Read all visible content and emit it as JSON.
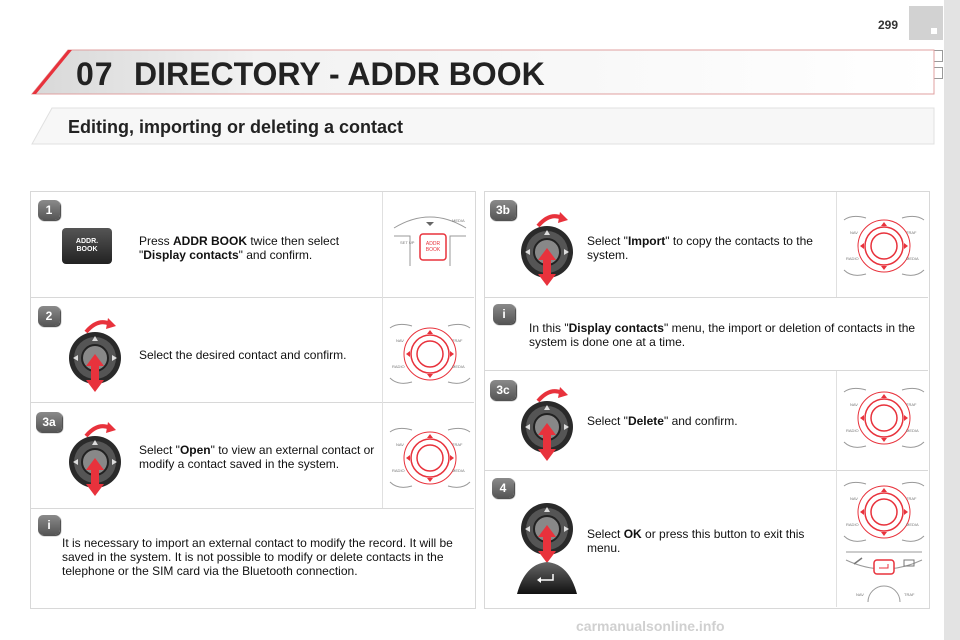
{
  "page_number": "299",
  "chapter": {
    "number": "07",
    "title": "DIRECTORY - ADDR BOOK"
  },
  "section_title": "Editing, importing or deleting a contact",
  "colors": {
    "accent_red": "#e8323c",
    "badge_grey": "#666666",
    "panel_border": "#d8d8d8"
  },
  "steps": {
    "s1": {
      "badge": "1",
      "t1": "Press ",
      "b1": "ADDR BOOK",
      "t2": " twice then select \"",
      "b2": "Display contacts",
      "t3": "\" and confirm.",
      "button_l1": "ADDR.",
      "button_l2": "BOOK",
      "panel_label_l1": "ADDR",
      "panel_label_l2": "BOOK",
      "panel_set": "SET UP",
      "panel_media": "MEDIA"
    },
    "s2": {
      "badge": "2",
      "text": "Select the desired contact and confirm."
    },
    "s3a": {
      "badge": "3a",
      "t1": "Select \"",
      "b1": "Open",
      "t2": "\" to view an external contact or modify a contact saved in the system."
    },
    "info1": {
      "text": "It is necessary to import an external contact to modify the record. It will be saved in the system. It is not possible to modify or delete contacts in the telephone or the SIM card via the Bluetooth connection."
    },
    "s3b": {
      "badge": "3b",
      "t1": "Select \"",
      "b1": "Import",
      "t2": "\" to copy the contacts to the system."
    },
    "info2": {
      "t1": "In this \"",
      "b1": "Display contacts",
      "t2": "\" menu, the import or deletion of contacts in the system is done one at a time."
    },
    "s3c": {
      "badge": "3c",
      "t1": "Select \"",
      "b1": "Delete",
      "t2": "\" and confirm."
    },
    "s4": {
      "badge": "4",
      "t1": "Select ",
      "b1": "OK",
      "t2": " or press this button to exit this menu."
    }
  },
  "panel_labels": {
    "nav": "NAV",
    "traf": "TRAF",
    "radio": "RADIO",
    "media": "MEDIA"
  },
  "footer": "carmanualsonline.info"
}
